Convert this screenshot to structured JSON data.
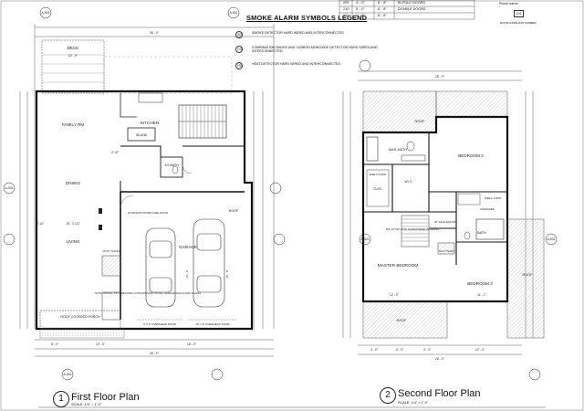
{
  "legend": {
    "title": "SMOKE ALARM SYMBOLS LEGEND",
    "items": [
      {
        "symbol": "SD",
        "text": "SMOKE DETECTOR HARD WIRED AND INTERCONNECTED"
      },
      {
        "symbol": "CO",
        "text": "COMBINATION SMOKE AND CARBON MONOXIDE DETECTOR HARD WIRED AND INTERCONNECTED"
      },
      {
        "symbol": "HD",
        "text": "HEAT DETECTOR HARD WIRED AND INTERCONNECTED"
      }
    ]
  },
  "door_schedule": {
    "rows": [
      {
        "mark": "209",
        "width": "4' - 0\"",
        "height": "6' - 8\"",
        "type": "BI-FOLD DOORS"
      },
      {
        "mark": "210",
        "width": "5' - 0\"",
        "height": "6' - 8\"",
        "type": "DOUBLE DOORS"
      },
      {
        "mark": "211",
        "width": "2' - 8\"",
        "height": "6' - 8\"",
        "type": ""
      }
    ]
  },
  "room_tag": {
    "title": "Room name",
    "number": "101",
    "caption": "ROOM NAME AND NUMBER"
  },
  "plans": {
    "first": {
      "number": "1",
      "title": "First Floor Plan",
      "scale": "SCALE: 1/4\" = 1'-0\"",
      "rooms": {
        "deck": "DECK",
        "deck_dim": "12' - 0\"",
        "family": "FAMILY RM",
        "kitchen": "KITCHEN",
        "island": "ISLAND",
        "dining": "DINING",
        "living": "LIVING",
        "garage": "GARAGE",
        "half_bath": "1/2 BATH",
        "porch": "ROOF COVERED PORCH",
        "duct": "DUCT SHAFT",
        "fire_door": "20 MINUTE RATED FIRE DOOR",
        "note": "NOTE: INSTALL 5/8\" FIRECODE GYPSUM BOARD ON ALL GARAGE WALLS AND CEILING",
        "ohd_1": "9' X 8' OVERHEAD DOOR",
        "ohd_2": "16' X 8' OVERHEAD DOOR",
        "roof": "ROOF",
        "garage_side_1": "16' - 0\"",
        "garage_side_2": "20' - 0\""
      },
      "dims": {
        "top_total": "36' - 0\"",
        "bottom_1": "8' - 0\"",
        "bottom_2": "10' - 0\"",
        "bottom_3": "18' - 0\"",
        "bottom_total": "36' - 0\"",
        "living_width": "15' - 0 1/2\"",
        "left_1": "3' 10\"",
        "kitchen_1": "3' 10\""
      },
      "grid": {
        "a": "A-501",
        "b": "A-501",
        "c": "A-501",
        "d": "A-501"
      }
    },
    "second": {
      "number": "2",
      "title": "Second Floor Plan",
      "scale": "SCALE: 1/4\" = 1'-0\"",
      "rooms": {
        "roof_top": "ROOF",
        "mas_bath": "MAS. BATH",
        "bedroom2": "BEDROOM 2",
        "wic": "W.I.C.",
        "shelf_rod": "SHELF & ROD",
        "clos": "CLOS.",
        "linen": "SHELF & ROD",
        "washer": "W/WASHER",
        "bath": "BATH",
        "master": "MASTER BEDROOM",
        "bedroom3": "BEDROOM 3",
        "attic": "MIN. 22\"X30\" ATTIC ACCESS PANEL IN CEILING",
        "railing": "36\" HIGH RAILING",
        "duct": "DUCT SHAFT",
        "roof_right": "ROOF",
        "roof_left": "ROOF"
      },
      "dims": {
        "top_total": "28' - 0\"",
        "bottom_1": "4' - 0\"",
        "bottom_2": "6' - 0\"",
        "bottom_3": "4' - 0\"",
        "bottom_4": "12' - 0\"",
        "bottom_total": "28' - 0\"",
        "master_w": "12' - 0\"",
        "bed3_w": "11' - 1\""
      },
      "grid": {
        "a": "A-501",
        "b": "A-501"
      }
    }
  }
}
